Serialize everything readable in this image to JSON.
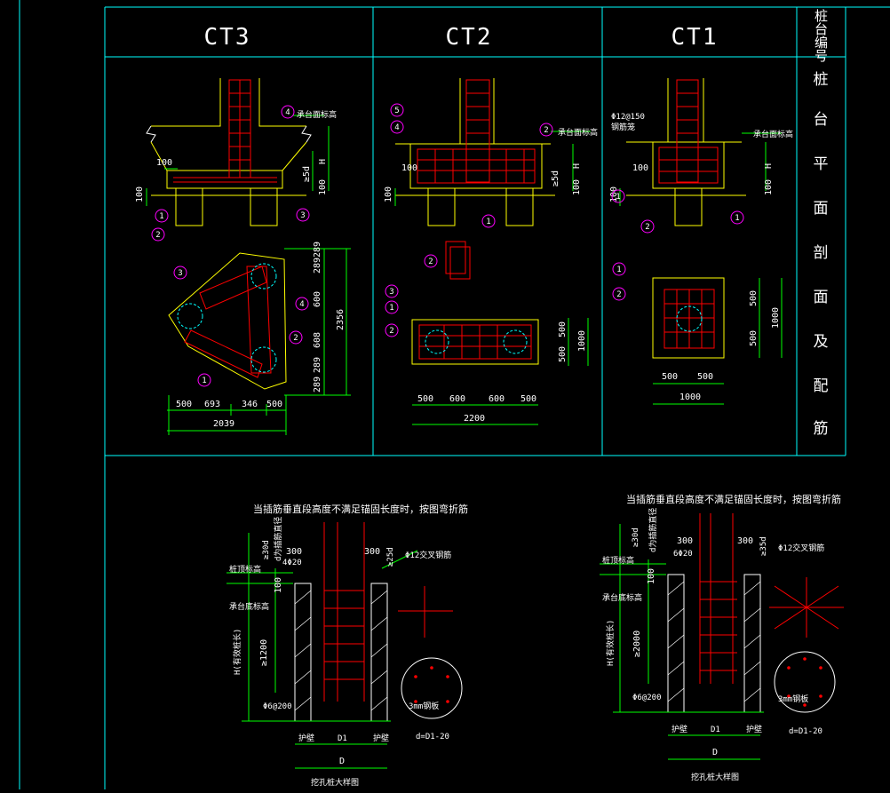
{
  "colors": {
    "frame": "#00ffff",
    "dimension": "#00ff00",
    "rebar": "#ff0000",
    "concrete": "#ffff00",
    "pile_tag": "#ff00ff",
    "leader": "#00ff00",
    "text": "#ffffff"
  },
  "table": {
    "headers": [
      "CT3",
      "CT2",
      "CT1"
    ],
    "corner_label": "桩台编号",
    "side_label": [
      "桩",
      "台",
      "平",
      "面",
      "剖",
      "面",
      "及",
      "配",
      "筋"
    ]
  },
  "ct3": {
    "label_top": "承台面标高",
    "dims_elev": [
      "100",
      "100",
      "≥5d",
      "H",
      "100"
    ],
    "plan_right": [
      "289",
      "289",
      "600",
      "608",
      "289",
      "289"
    ],
    "plan_total_right": "2356",
    "plan_bottom": [
      "500",
      "693",
      "346",
      "500"
    ],
    "plan_total_bottom": "2039",
    "tags": [
      "1",
      "2",
      "3",
      "4"
    ]
  },
  "ct2": {
    "label_top": "承台面标高",
    "dims_elev": [
      "100",
      "100",
      "≥5d",
      "H",
      "100"
    ],
    "plan_right": [
      "500",
      "500"
    ],
    "plan_total_right": "1000",
    "plan_bottom": [
      "500",
      "600",
      "600",
      "500"
    ],
    "plan_total_bottom": "2200",
    "tags": [
      "1",
      "2",
      "3",
      "4",
      "5"
    ]
  },
  "ct1": {
    "label_top": "承台面标高",
    "note_rebar": "Φ12@150",
    "note_mesh": "钢筋笼",
    "dims_elev": [
      "100",
      "100",
      "H",
      "100"
    ],
    "plan_right": [
      "500",
      "500"
    ],
    "plan_total_right": "1000",
    "plan_bottom": [
      "500",
      "500"
    ],
    "plan_total_bottom": "1000",
    "tags": [
      "1",
      "2"
    ]
  },
  "pile_left": {
    "title": "当插筋垂直段高度不满足锚固长度时，按图弯折筋",
    "dim_300a": "300",
    "dim_300b": "300",
    "bar_spec": "4Φ20",
    "lap": "≥25d",
    "anchor": "≥30d",
    "note_anchor": "d为插筋直径",
    "cross_spec": "Φ12交叉钢筋",
    "label_pile_top": "桩顶标高",
    "label_cap_bottom": "承台底标高",
    "dim_100": "100",
    "dim_len": "≥1200",
    "label_h": "H(有效桩长)",
    "stirrup": "Φ6@200",
    "steel_note": "3mm钢板",
    "dia_note": "d=D1-20",
    "bottom_labels": [
      "护壁",
      "D1",
      "护壁"
    ],
    "bottom_total": "D",
    "caption": "挖孔桩大样图"
  },
  "pile_right": {
    "title": "当插筋垂直段高度不满足锚固长度时，按图弯折筋",
    "dim_300a": "300",
    "dim_300b": "300",
    "bar_spec": "6Φ20",
    "lap": "≥35d",
    "anchor": "≥30d",
    "note_anchor": "d为插筋直径",
    "cross_spec": "Φ12交叉钢筋",
    "label_pile_top": "桩顶标高",
    "label_cap_bottom": "承台底标高",
    "dim_100": "100",
    "dim_len": "≥2000",
    "label_h": "H(有效桩长)",
    "stirrup": "Φ6@200",
    "steel_note": "3mm钢板",
    "dia_note": "d=D1-20",
    "bottom_labels": [
      "护壁",
      "D1",
      "护壁"
    ],
    "bottom_total": "D",
    "caption": "挖孔桩大样图"
  }
}
